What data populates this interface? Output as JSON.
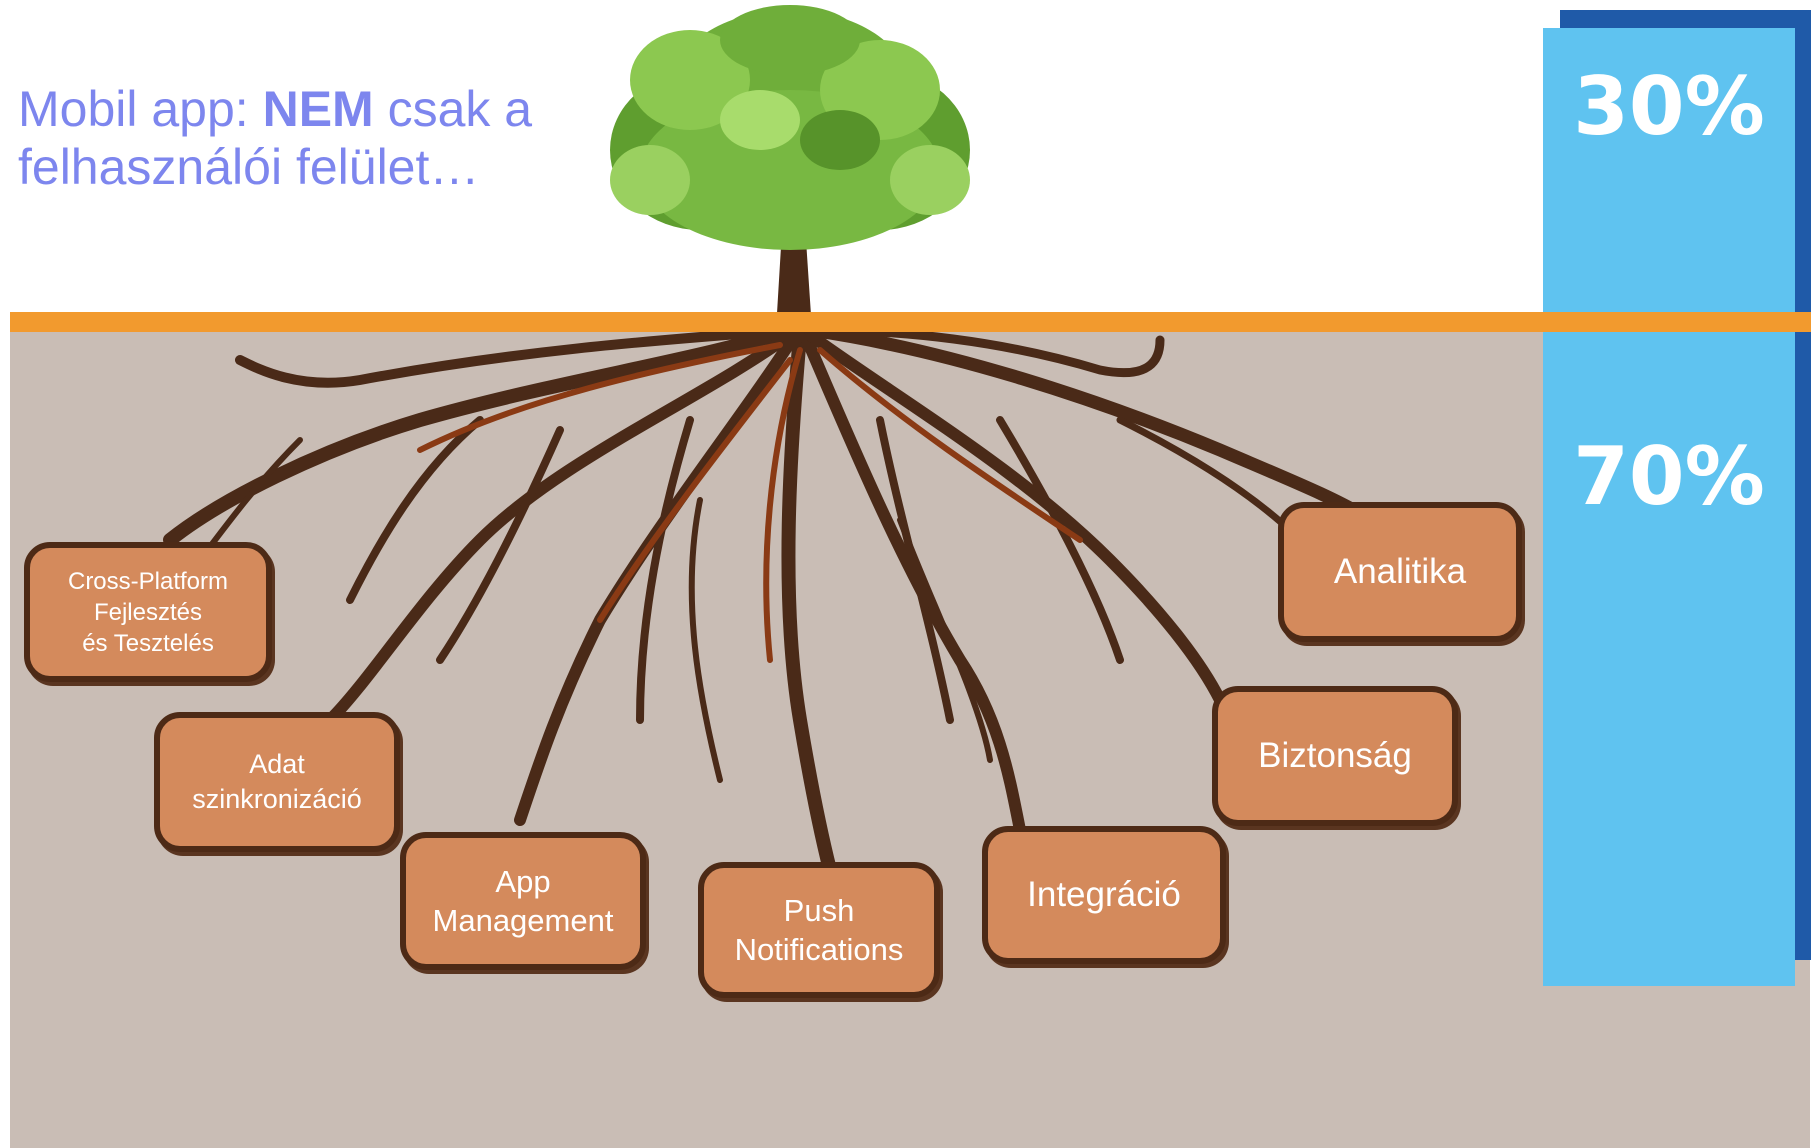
{
  "title": {
    "prefix": "Mobil app: ",
    "bold": "NEM",
    "suffix": " csak a",
    "line2": "felhasználói felület…"
  },
  "percent_top": "30%",
  "percent_bottom": "70%",
  "colors": {
    "title": "#7d86ee",
    "ground_line": "#f29a2e",
    "soil": "#c9bdb5",
    "bar": "#5fc3f0",
    "bar_shadow": "#1f5aa8",
    "box_fill": "#d48a5c",
    "box_border": "#4d2a16",
    "roots": "#4a2a18",
    "roots_highlight": "#8a3a14",
    "foliage": "#6fae3a"
  },
  "roots_boxes": [
    {
      "lines": [
        "Cross-Platform",
        "Fejlesztés",
        "és Tesztelés"
      ]
    },
    {
      "lines": [
        "Adat",
        "szinkronizáció"
      ]
    },
    {
      "lines": [
        "App",
        "Management"
      ]
    },
    {
      "lines": [
        "Push",
        "Notifications"
      ]
    },
    {
      "lines": [
        "Integráció"
      ]
    },
    {
      "lines": [
        "Biztonság"
      ]
    },
    {
      "lines": [
        "Analitika"
      ]
    }
  ]
}
